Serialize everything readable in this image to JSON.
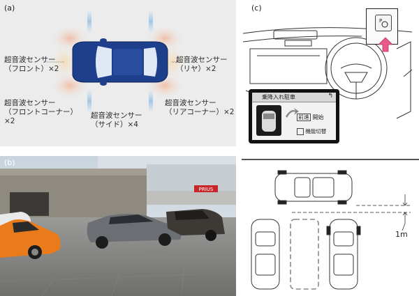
{
  "panel_a": {
    "label": "(a)",
    "sensors": {
      "front": {
        "line1": "超音波センサー",
        "line2": "（フロント）×2"
      },
      "rear": {
        "line1": "超音波センサー",
        "line2": "（リヤ）×2"
      },
      "front_corner": {
        "line1": "超音波センサー",
        "line2": "（フロントコーナー）",
        "line3": "×2"
      },
      "side": {
        "line1": "超音波センサー",
        "line2": "（サイド）×4"
      },
      "rear_corner": {
        "line1": "超音波センサー",
        "line2": "（リアコーナー）×2"
      }
    },
    "colors": {
      "background": "#ececec",
      "car_body": "#1d3f8c",
      "sensor_glow": "#f2c7a8",
      "side_beam": "#9fc6e6"
    }
  },
  "panel_b": {
    "label": "(b)",
    "sign_text": "PRIUS"
  },
  "panel_c": {
    "label": "(c)",
    "screen": {
      "title": "乗降入れ駐車",
      "back_icon": "back-arrow",
      "start_prefix": "前進",
      "start_label": "開始",
      "switch_label": "機能切替"
    },
    "distance_label": "1m"
  }
}
